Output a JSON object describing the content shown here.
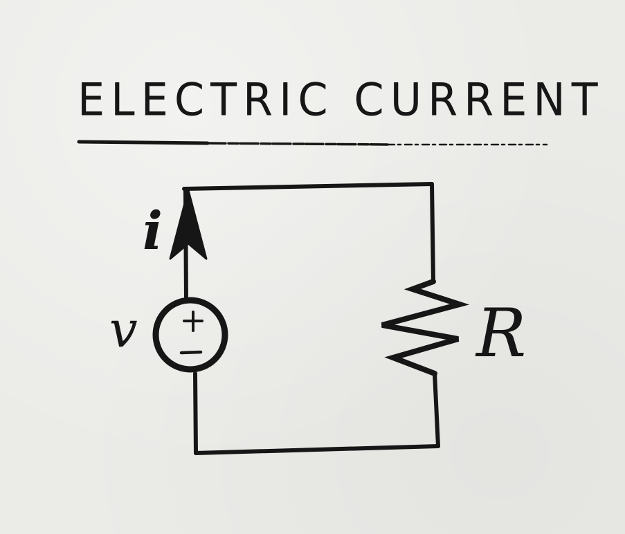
{
  "title": "ELECTRIC CURRENT",
  "labels": {
    "current": "i",
    "voltage": "v",
    "resistor": "R"
  },
  "source_polarity": {
    "plus": "+",
    "minus": "−"
  },
  "colors": {
    "paper": "#ebebe8",
    "ink": "#161616"
  }
}
